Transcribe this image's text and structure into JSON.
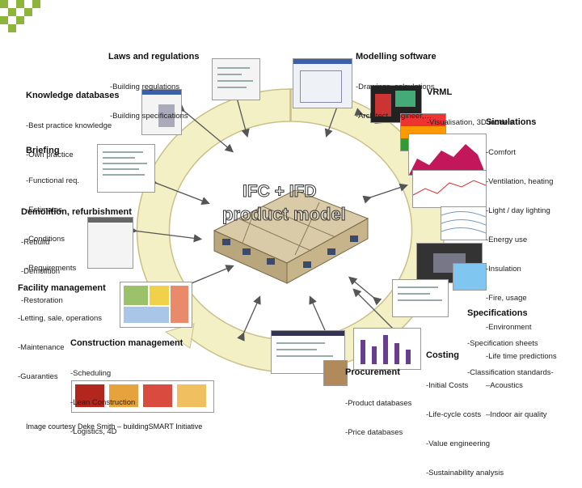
{
  "center": {
    "line1": "IFC + IFD",
    "line2": "product model"
  },
  "sections": {
    "laws": {
      "title": "Laws and regulations",
      "items": [
        "-Building regulations",
        "-Building specifications"
      ]
    },
    "modelling": {
      "title": "Modelling software",
      "items": [
        "-Drawings, calculations",
        "-Architect, engineer,…"
      ]
    },
    "knowledge": {
      "title": "Knowledge databases",
      "items": [
        "-Best practice knowledge",
        "-Own practice"
      ]
    },
    "vrml": {
      "title": "VRML",
      "items": [
        "-Visualisation, 3D models"
      ]
    },
    "simulations": {
      "title": "Simulations",
      "items": [
        "-Comfort",
        "-Ventilation, heating",
        "-Light / day lighting",
        "-Energy use",
        "-Insulation",
        "-Fire, usage",
        "-Environment",
        "-Life time predictions",
        "–Acoustics",
        "–Indoor air quality"
      ]
    },
    "briefing": {
      "title": "Briefing",
      "items": [
        "-Functional req.",
        "-Estimates",
        "-Conditions",
        "-Requirements"
      ]
    },
    "demolition": {
      "title": "Demolition, refurbishment",
      "items": [
        "-Rebuild",
        "-Demolition",
        "-Restoration"
      ]
    },
    "facility": {
      "title": "Facility management",
      "items": [
        "-Letting, sale, operations",
        "-Maintenance",
        "-Guaranties"
      ]
    },
    "specifications": {
      "title": "Specifications",
      "items": [
        "-Specification sheets",
        "-Classification standards-"
      ]
    },
    "construction": {
      "title": "Construction management",
      "items": [
        "-Scheduling",
        "-Lean Construction",
        "-Logistics, 4D"
      ]
    },
    "costing": {
      "title": "Costing",
      "items": [
        "-Initial Costs",
        "-Life-cycle costs",
        "-Value engineering",
        "-Sustainability analysis"
      ]
    },
    "procurement": {
      "title": "Procurement",
      "items": [
        "-Product databases",
        "-Price databases"
      ]
    }
  },
  "footer": {
    "credit": "Image courtesy Deke Smith – buildingSMART Initiative"
  },
  "colors": {
    "logo_green": "#8db53a",
    "cycle_fill": "#f3f0c6",
    "cycle_edge": "#c9c089",
    "house_wall": "#c8b48a"
  }
}
